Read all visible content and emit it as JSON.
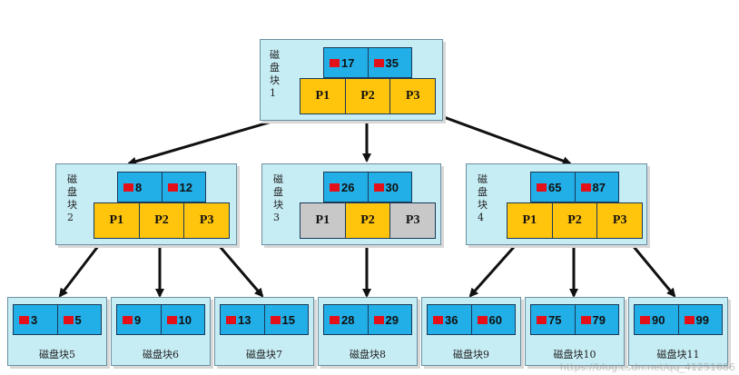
{
  "nodes": {
    "root": {
      "label": "磁\n盘\n块\n1",
      "keys": [
        "17",
        "35"
      ],
      "pointers": [
        "P1",
        "P2",
        "P3"
      ]
    },
    "n2": {
      "label": "磁\n盘\n块\n2",
      "keys": [
        "8",
        "12"
      ],
      "pointers": [
        "P1",
        "P2",
        "P3"
      ]
    },
    "n3": {
      "label": "磁\n盘\n块\n3",
      "keys": [
        "26",
        "30"
      ],
      "pointers": [
        "P1",
        "P2",
        "P3"
      ]
    },
    "n4": {
      "label": "磁\n盘\n块\n4",
      "keys": [
        "65",
        "87"
      ],
      "pointers": [
        "P1",
        "P2",
        "P3"
      ]
    }
  },
  "leaves": [
    {
      "keys": [
        "3",
        "5"
      ],
      "label": "磁盘块5"
    },
    {
      "keys": [
        "9",
        "10"
      ],
      "label": "磁盘块6"
    },
    {
      "keys": [
        "13",
        "15"
      ],
      "label": "磁盘块7"
    },
    {
      "keys": [
        "28",
        "29"
      ],
      "label": "磁盘块8"
    },
    {
      "keys": [
        "36",
        "60"
      ],
      "label": "磁盘块9"
    },
    {
      "keys": [
        "75",
        "79"
      ],
      "label": "磁盘块10"
    },
    {
      "keys": [
        "90",
        "99"
      ],
      "label": "磁盘块11"
    }
  ],
  "colors": {
    "node_bg": "#c6ecf4",
    "key_bg": "#22aee6",
    "pointer_bg": "#ffc40c",
    "pointer_inactive_bg": "#c8c8c8",
    "marker": "#e3101a",
    "arrow": "#111111"
  },
  "watermark": "https://blog.csdn.net/qq_41251686"
}
